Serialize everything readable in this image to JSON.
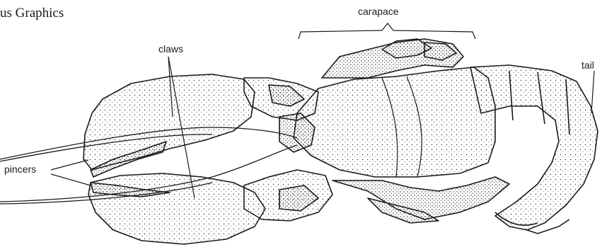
{
  "credit": "us Graphics",
  "labels": {
    "carapace": "carapace",
    "claws": "claws",
    "tail": "tail",
    "pincers": "pincers"
  },
  "colors": {
    "ink": "#1a1a1a",
    "paper": "#ffffff"
  }
}
